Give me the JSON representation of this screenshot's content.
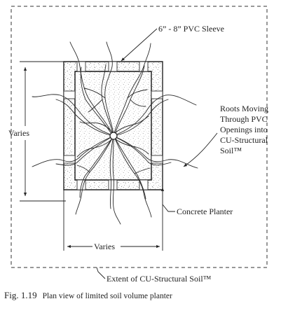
{
  "diagram": {
    "labels": {
      "sleeve": "6” - 8” PVC Sleeve",
      "roots_line1": "Roots Moving",
      "roots_line2": "Through PVC",
      "roots_line3": "Openings into",
      "roots_line4": "CU-Structural",
      "roots_line5": "Soil™",
      "varies_left": "Varies",
      "varies_bottom": "Varies",
      "concrete_planter": "Concrete Planter",
      "extent": "Extent of CU-Structural Soil™"
    },
    "caption": {
      "figure_number": "Fig. 1.19",
      "text": "Plan view of limited soil volume planter"
    }
  }
}
